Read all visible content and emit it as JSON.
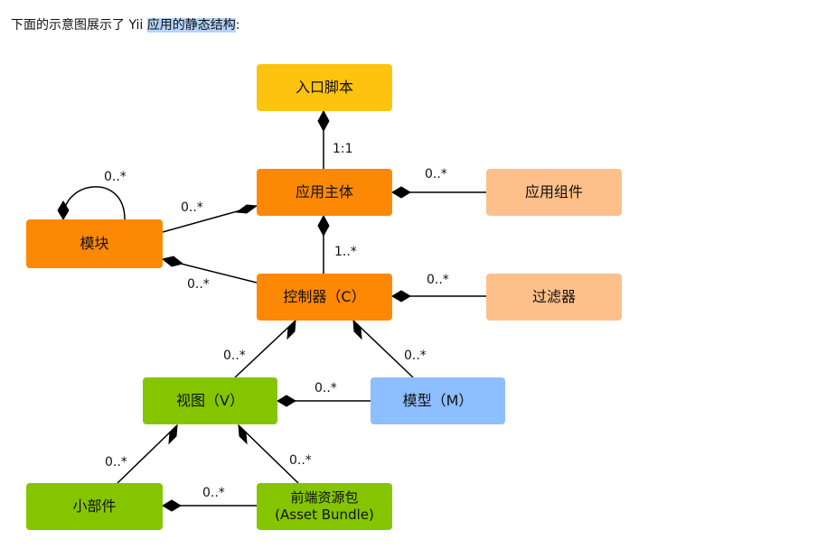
{
  "intro": {
    "before": "下面的示意图展示了 Yii ",
    "highlight": "应用的静态结构",
    "after": ":"
  },
  "colors": {
    "yellow": "#fdc30f",
    "orange": "#fc8804",
    "light_orange": "#fdc08a",
    "green": "#84c500",
    "blue": "#8dbeff"
  },
  "nodes": {
    "entry_script": "入口脚本",
    "application": "应用主体",
    "app_components": "应用组件",
    "module": "模块",
    "controller": "控制器（C）",
    "filter": "过滤器",
    "view": "视图（V）",
    "model": "模型（M）",
    "widget": "小部件",
    "asset_bundle_line1": "前端资源包",
    "asset_bundle_line2": "(Asset Bundle)"
  },
  "multiplicities": {
    "entry_app": "1:1",
    "app_components": "0..*",
    "module_self": "0..*",
    "module_app": "0..*",
    "app_controller": "1..*",
    "module_controller": "0..*",
    "controller_filter": "0..*",
    "controller_view": "0..*",
    "controller_model": "0..*",
    "view_model": "0..*",
    "view_widget": "0..*",
    "view_asset": "0..*",
    "widget_asset": "0..*"
  }
}
